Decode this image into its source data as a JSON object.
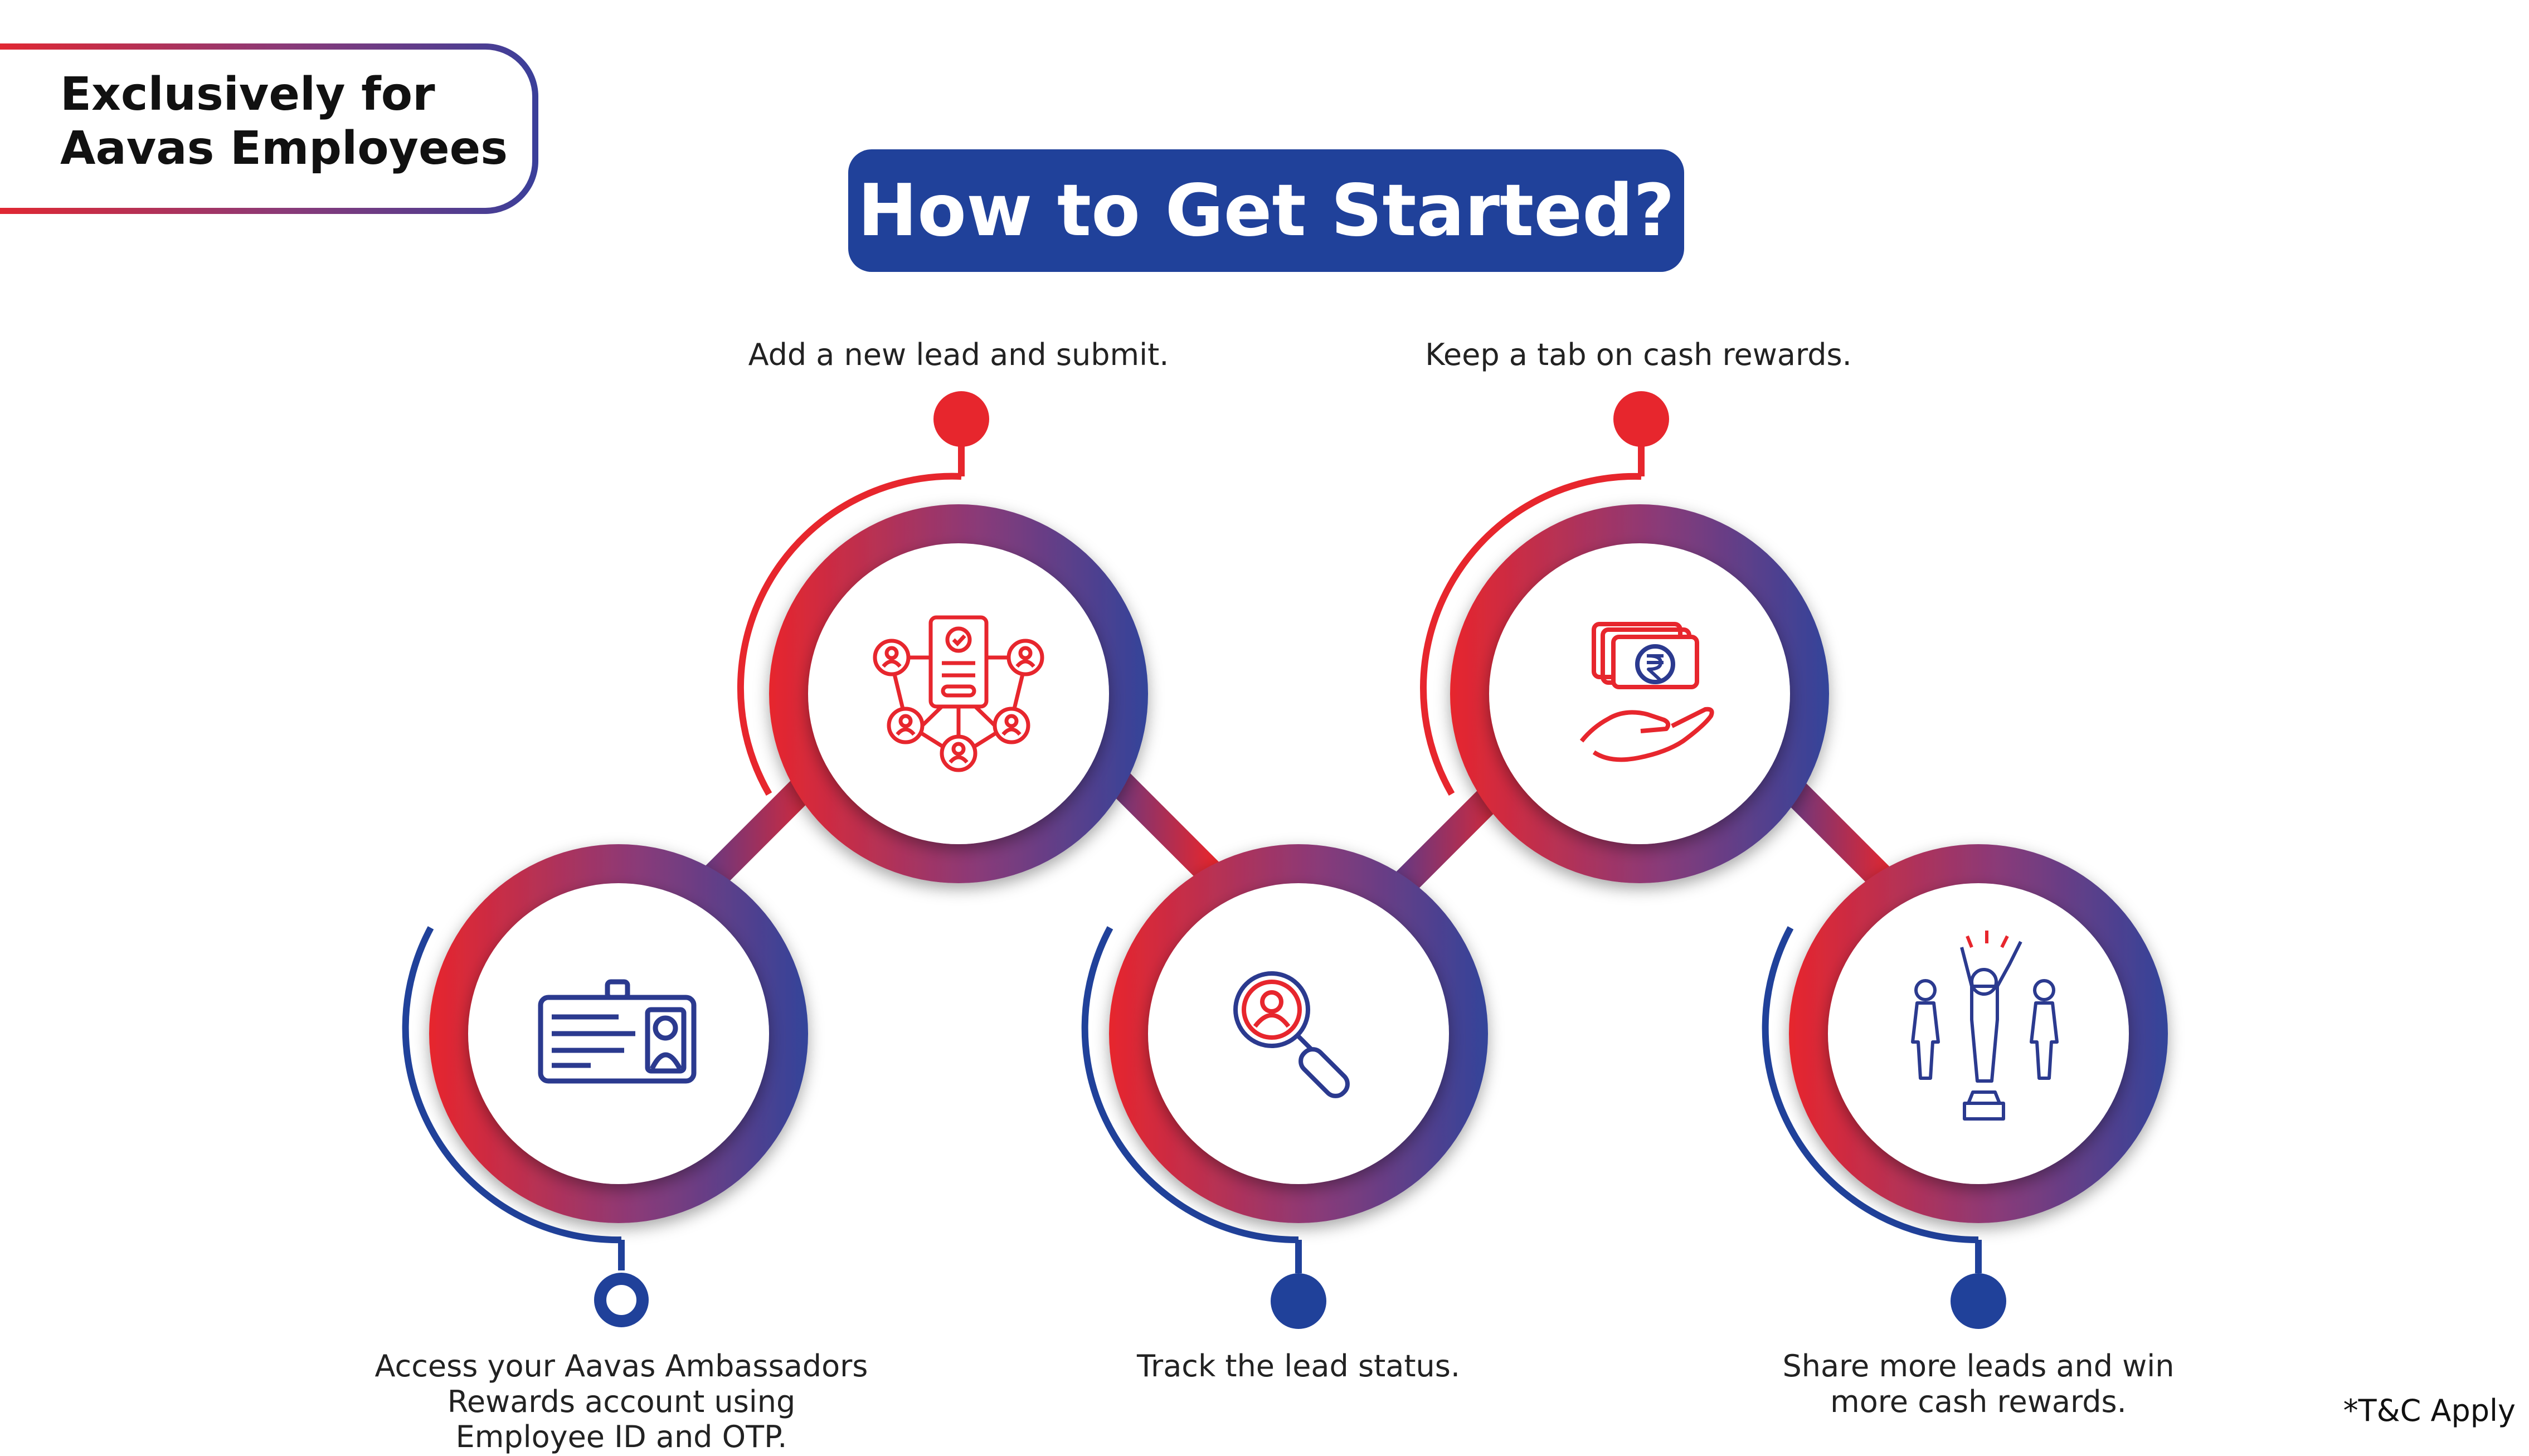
{
  "badge": {
    "text": "Exclusively for\nAavas Employees"
  },
  "title": "How to Get Started?",
  "steps": [
    {
      "label": "Access your Aavas Ambassadors Rewards account using Employee ID and OTP.",
      "icon": "id-card-icon"
    },
    {
      "label": "Add a new lead and submit.",
      "icon": "lead-network-icon"
    },
    {
      "label": "Track the lead status.",
      "icon": "search-person-icon"
    },
    {
      "label": "Keep a tab on cash rewards.",
      "icon": "cash-rupee-hand-icon"
    },
    {
      "label": "Share more leads and win more cash rewards.",
      "icon": "winner-people-icon"
    }
  ],
  "footnote": "*T&C Apply",
  "colors": {
    "red": "#e7262d",
    "blue": "#20419a",
    "navy": "#2b3a8f",
    "purple": "#8a3a78"
  }
}
